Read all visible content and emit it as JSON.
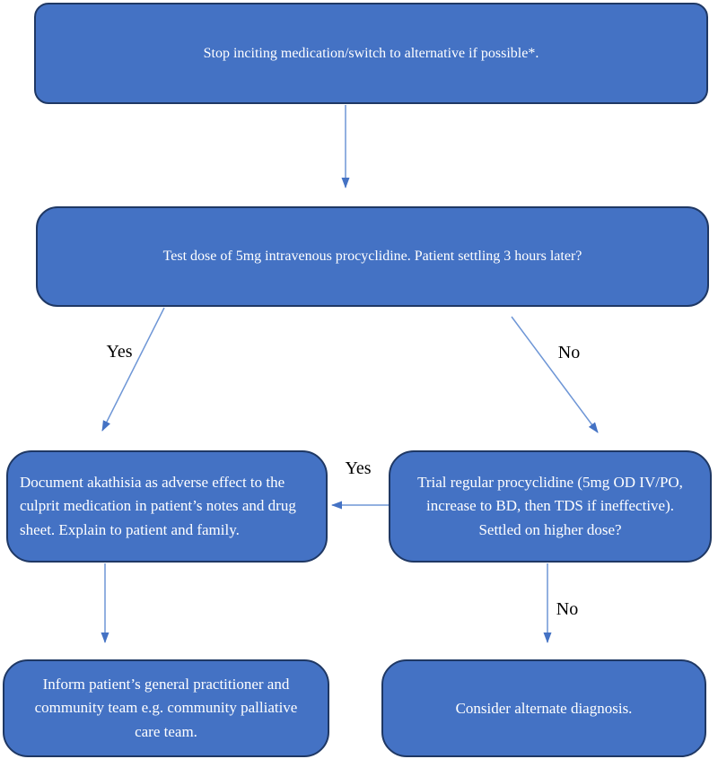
{
  "flowchart": {
    "type": "flowchart",
    "colors": {
      "node_fill": "#4472C4",
      "node_border": "#1F3864",
      "node_text": "#FFFFFF",
      "arrow_line": "#6E96D6",
      "arrow_head": "#4472C4",
      "label_text": "#000000",
      "background": "#FFFFFF"
    },
    "nodes": [
      {
        "id": "stop-medication",
        "text": "Stop inciting medication/switch to alternative if possible*."
      },
      {
        "id": "test-dose",
        "text": "Test dose of 5mg intravenous procyclidine. Patient settling 3 hours later?"
      },
      {
        "id": "document-akathisia",
        "text": "Document akathisia as adverse effect to the culprit medication in patient’s notes and drug sheet. Explain to patient and family."
      },
      {
        "id": "trial-regular-procyclidine",
        "text": "Trial regular procyclidine (5mg OD IV/PO, increase to BD, then TDS if ineffective). Settled on higher dose?"
      },
      {
        "id": "inform-gp",
        "text": "Inform patient’s general practitioner and community team e.g. community palliative care team."
      },
      {
        "id": "consider-alternate-diagnosis",
        "text": "Consider alternate diagnosis."
      }
    ],
    "edges": [
      {
        "from": "stop-medication",
        "to": "test-dose",
        "label": ""
      },
      {
        "from": "test-dose",
        "to": "document-akathisia",
        "label": "Yes"
      },
      {
        "from": "test-dose",
        "to": "trial-regular-procyclidine",
        "label": "No"
      },
      {
        "from": "trial-regular-procyclidine",
        "to": "document-akathisia",
        "label": "Yes"
      },
      {
        "from": "trial-regular-procyclidine",
        "to": "consider-alternate-diagnosis",
        "label": "No"
      },
      {
        "from": "document-akathisia",
        "to": "inform-gp",
        "label": ""
      }
    ]
  }
}
